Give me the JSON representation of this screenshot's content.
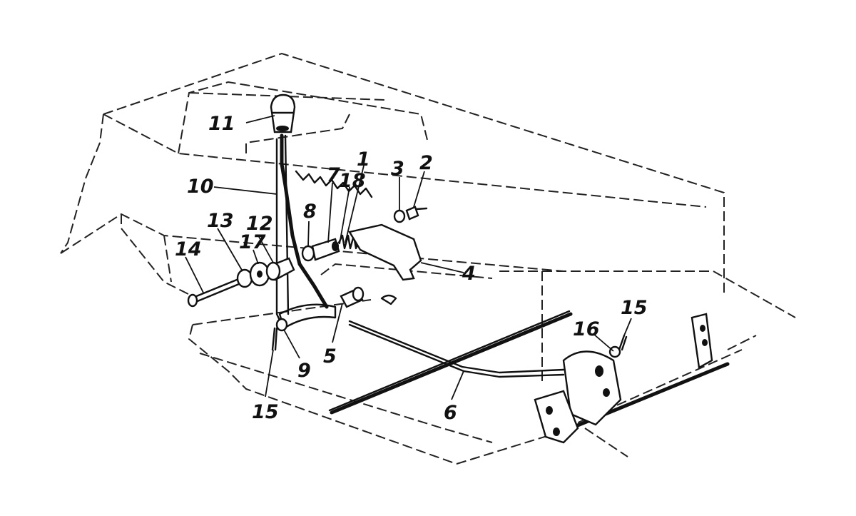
{
  "diagram": {
    "callouts": {
      "n1": "1",
      "n2": "2",
      "n3": "3",
      "n4": "4",
      "n5": "5",
      "n6": "6",
      "n7": "7",
      "n8": "8",
      "n9": "9",
      "n10": "10",
      "n11": "11",
      "n12": "12",
      "n13": "13",
      "n14": "14",
      "n15a": "15",
      "n15b": "15",
      "n16": "16",
      "n17": "17",
      "n18": "18"
    }
  }
}
